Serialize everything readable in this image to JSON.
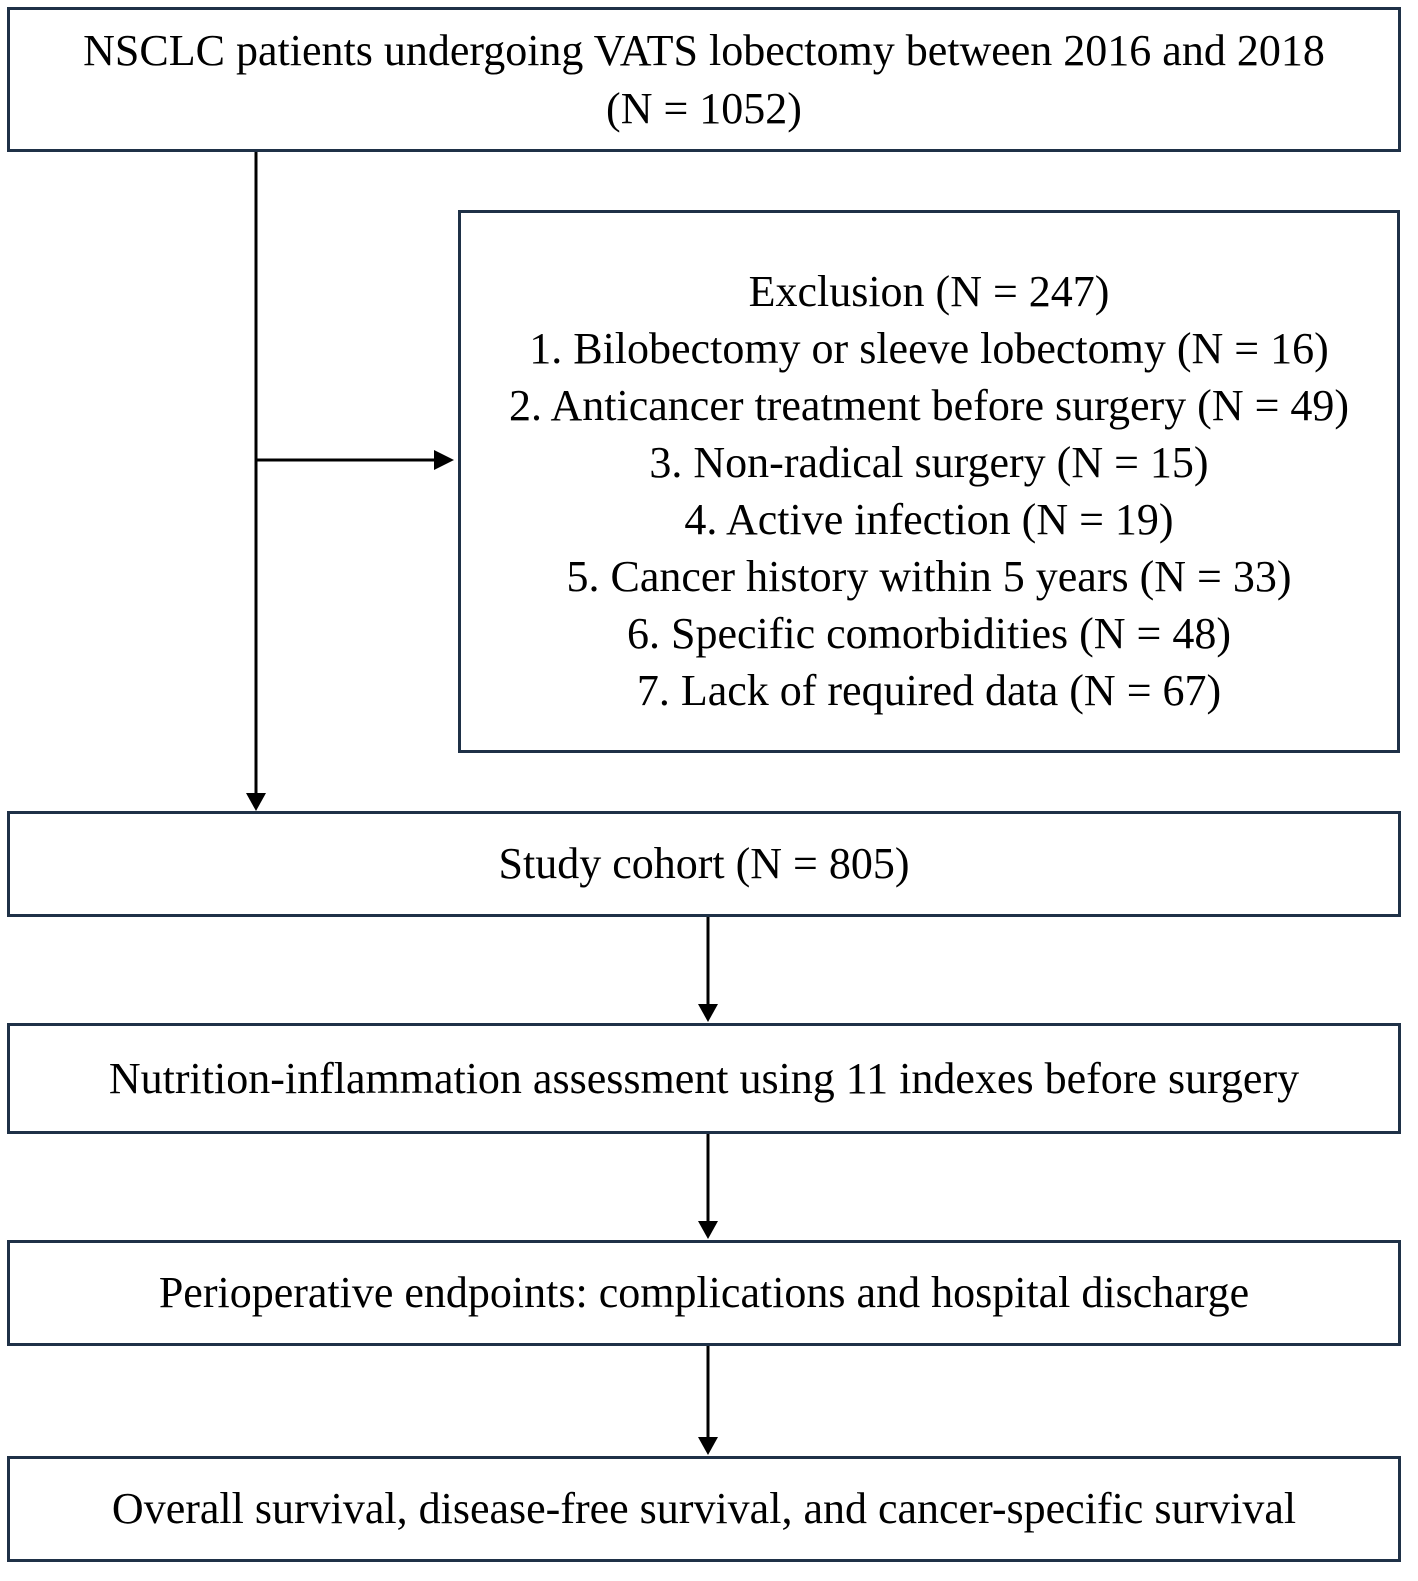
{
  "top_box": {
    "line1": "NSCLC patients undergoing VATS lobectomy between 2016 and 2018",
    "line2": "(N = 1052)"
  },
  "exclusion_box": {
    "title": "Exclusion (N = 247)",
    "items": [
      "1. Bilobectomy or sleeve lobectomy (N = 16)",
      "2. Anticancer treatment before surgery (N = 49)",
      "3. Non-radical surgery (N = 15)",
      "4. Active infection (N = 19)",
      "5. Cancer history within 5 years (N = 33)",
      "6. Specific comorbidities (N = 48)",
      "7. Lack of required data (N = 67)"
    ]
  },
  "cohort_box": "Study cohort (N = 805)",
  "assessment_box": "Nutrition-inflammation assessment using 11 indexes before surgery",
  "perioperative_box": "Perioperative endpoints: complications and hospital discharge",
  "survival_box": "Overall survival, disease-free survival, and cancer-specific survival",
  "colors": {
    "box_border": "#1f3147",
    "arrow": "#000000",
    "text": "#000000"
  }
}
